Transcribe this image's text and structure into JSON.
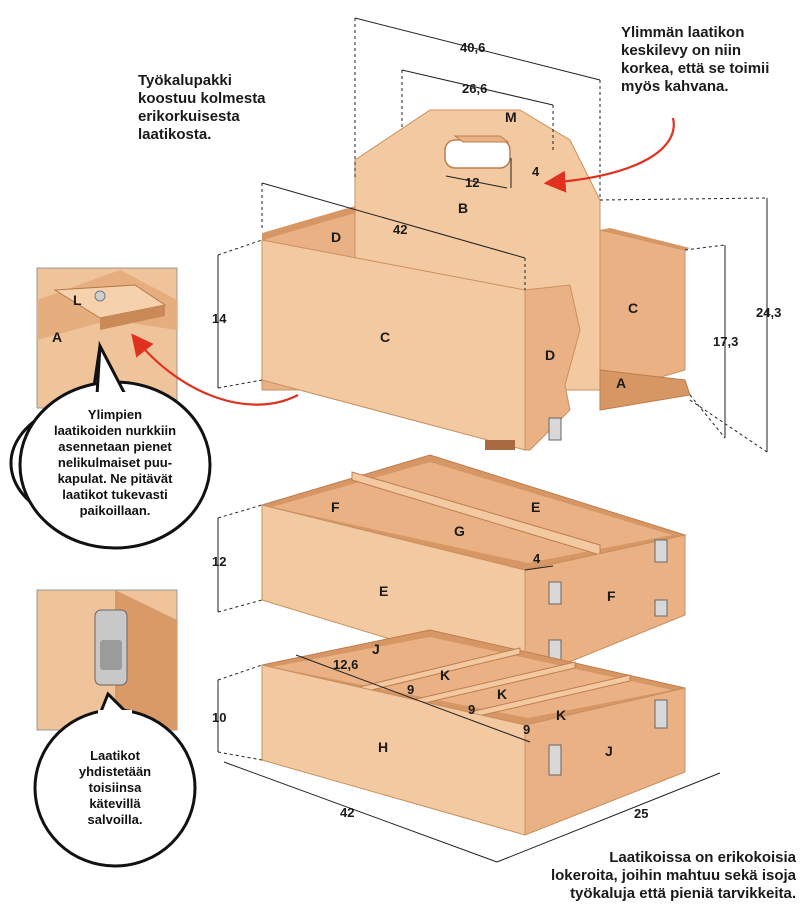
{
  "captions": {
    "top_left": [
      "Työkalupakki",
      "koostuu kolmesta",
      "erikorkuisesta",
      "laatikosta."
    ],
    "top_right": [
      "Ylimmän laatikon",
      "keskilevy on niin",
      "korkea, että se toimii",
      "myös kahvana."
    ],
    "bottom_right": [
      "Laatikoissa on erikokoisia",
      "lokeroita, joihin mahtuu sekä isoja",
      "työkaluja että pieniä tarvikkeita."
    ]
  },
  "bubbles": {
    "corner": [
      "Ylimpien",
      "laatikoiden nurkkiin",
      "asennetaan pienet",
      "nelikulmaiset puu-",
      "kapulat. Ne pitävät",
      "laatikot tukevasti",
      "paikoillaan."
    ],
    "latch": [
      "Laatikot",
      "yhdistetään",
      "toisiinsa",
      "kätevillä",
      "salvoilla."
    ]
  },
  "parts": {
    "M": "M",
    "B": "B",
    "C": "C",
    "D": "D",
    "A": "A",
    "L": "L",
    "E": "E",
    "F": "F",
    "G": "G",
    "H": "H",
    "J": "J",
    "K": "K"
  },
  "dims": {
    "d40_6": "40,6",
    "d26_6": "26,6",
    "d12": "12",
    "d4": "4",
    "d42": "42",
    "d14": "14",
    "d17_3": "17,3",
    "d24_3": "24,3",
    "d12b": "12",
    "d4b": "4",
    "d12_6": "12,6",
    "d9": "9",
    "d10": "10",
    "d42b": "42",
    "d25": "25"
  },
  "colors": {
    "wood_light": "#f3c9a1",
    "wood_mid": "#e9b184",
    "wood_dark": "#d69765",
    "wood_shadow": "#c07d4e",
    "arrow_red": "#e0301e",
    "dim_line": "#222222"
  }
}
